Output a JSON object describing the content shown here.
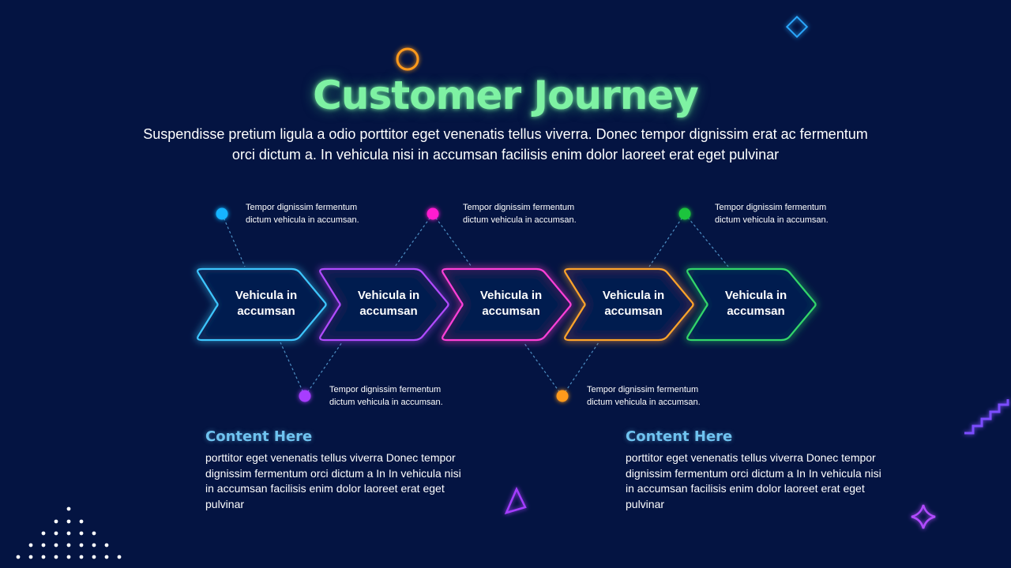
{
  "slide": {
    "title": "Customer Journey",
    "subtitle": "Suspendisse pretium ligula a odio porttitor eget venenatis tellus viverra. Donec tempor dignissim erat ac fermentum orci dictum a. In vehicula nisi in accumsan facilisis enim dolor laoreet erat eget pulvinar"
  },
  "steps": [
    {
      "label": "Vehicula in accumsan",
      "color": "#3ec6ff"
    },
    {
      "label": "Vehicula in accumsan",
      "color": "#b14cff"
    },
    {
      "label": "Vehicula in accumsan",
      "color": "#ff3fd8"
    },
    {
      "label": "Vehicula in accumsan",
      "color": "#ffa42b"
    },
    {
      "label": "Vehicula in accumsan",
      "color": "#32d66b"
    }
  ],
  "notes": [
    {
      "text": "Tempor dignissim fermentum dictum vehicula in accumsan.",
      "dot_color": "#16b4ff"
    },
    {
      "text": "Tempor dignissim fermentum dictum vehicula in accumsan.",
      "dot_color": "#a73dff"
    },
    {
      "text": "Tempor dignissim fermentum dictum vehicula in accumsan.",
      "dot_color": "#ff1fd0"
    },
    {
      "text": "Tempor dignissim fermentum dictum vehicula in accumsan.",
      "dot_color": "#ff9a1a"
    },
    {
      "text": "Tempor dignissim fermentum dictum vehicula in accumsan.",
      "dot_color": "#1bc43e"
    }
  ],
  "content_blocks": [
    {
      "title": "Content Here",
      "body": "porttitor eget venenatis tellus viverra Donec tempor dignissim fermentum orci dictum a In In vehicula nisi in accumsan facilisis enim dolor laoreet erat eget pulvinar"
    },
    {
      "title": "Content Here",
      "body": "porttitor eget venenatis tellus viverra Donec tempor dignissim fermentum orci dictum a In In vehicula nisi in accumsan facilisis enim dolor laoreet erat eget pulvinar"
    }
  ],
  "decor": {
    "circle_color": "#ff9a1a",
    "diamond_color": "#2aa8ff",
    "stairs_color": "#7b4dff",
    "triangle_color": "#a43dff",
    "sparkle_color": "#b14cff",
    "dots_color": "#ffffff",
    "connector_color": "#4d8fc4"
  }
}
